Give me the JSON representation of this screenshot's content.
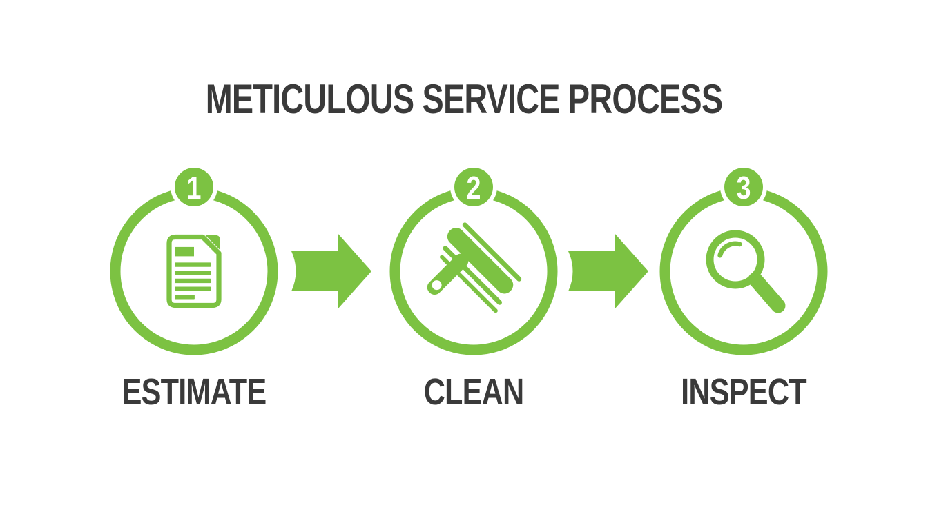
{
  "title": "METICULOUS SERVICE PROCESS",
  "colors": {
    "accent_green": "#7CC242",
    "heading_text": "#3A3A3A",
    "badge_number_text": "#FFFFFF",
    "background": "#FFFFFF"
  },
  "steps": [
    {
      "number": "1",
      "label": "ESTIMATE",
      "icon": "document-icon"
    },
    {
      "number": "2",
      "label": "CLEAN",
      "icon": "squeegee-icon"
    },
    {
      "number": "3",
      "label": "INSPECT",
      "icon": "magnifier-icon"
    }
  ],
  "connector": {
    "icon": "arrow-right-icon",
    "count": 2
  }
}
